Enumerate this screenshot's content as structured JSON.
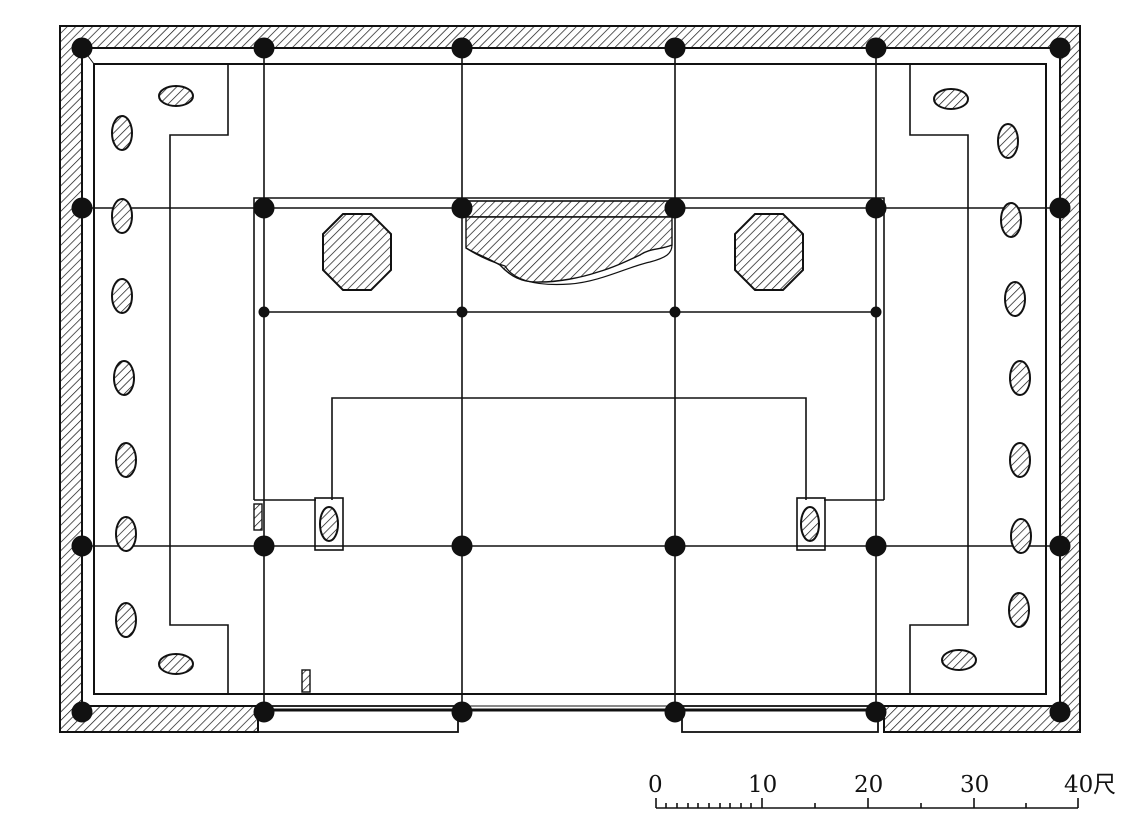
{
  "drawing": {
    "ink_color": "#111111",
    "paper_color": "#ffffff",
    "hatch": "diagonal",
    "elements": [
      "outer-wall",
      "columns",
      "interior-platform",
      "octagonal-pedestals",
      "clay-sculpture-base",
      "lohan-statue-bases",
      "front-doors"
    ]
  },
  "scale": {
    "ticks": [
      "0",
      "10",
      "20",
      "30",
      "40"
    ],
    "unit": "尺"
  }
}
